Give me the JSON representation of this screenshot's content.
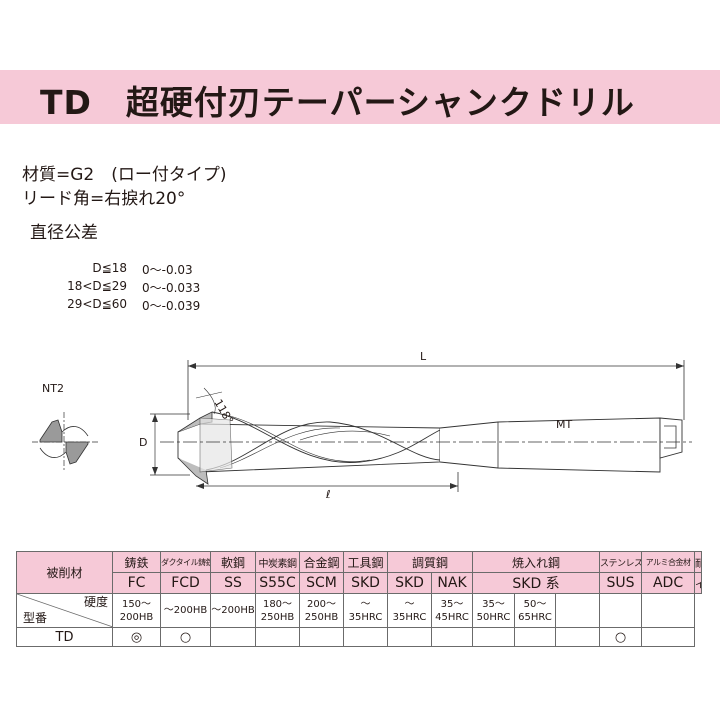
{
  "header": {
    "title": "TD　超硬付刃テーパーシャンクドリル"
  },
  "specs": {
    "material": "材質=G2　(ロー付タイプ)",
    "lead_angle": "リード角=右捩れ20°"
  },
  "tolerance": {
    "heading": "直径公差",
    "rows": [
      {
        "condition": "D≦18",
        "value": "0～-0.03"
      },
      {
        "condition": "18<D≦29",
        "value": "0～-0.033"
      },
      {
        "condition": "29<D≦60",
        "value": "0～-0.039"
      }
    ]
  },
  "drawing": {
    "end_view_label": "NT2",
    "length_label": "L",
    "flute_length_label": "ℓ",
    "diameter_label": "D",
    "shank_label": "MT",
    "angle_label": "118°"
  },
  "material_table": {
    "corner": {
      "top": "被削材",
      "hardness": "硬度",
      "type": "型番"
    },
    "groups": [
      "鋳鉄",
      "ダクタイル鋳鉄",
      "軟鋼",
      "中炭素鋼",
      "合金鋼",
      "工具鋼",
      "調質鋼",
      "焼入れ鋼",
      "ステンレス",
      "アルミ合金材",
      "耐熱合金"
    ],
    "codes": [
      "FC",
      "FCD",
      "SS",
      "S55C",
      "SCM",
      "SKD",
      "SKD",
      "NAK",
      "SKD 系",
      "SUS",
      "ADC",
      "インコネル"
    ],
    "hardness": [
      "150～200HB",
      "～200HB",
      "～200HB",
      "180～250HB",
      "200～250HB",
      "～35HRC",
      "～35HRC",
      "35～45HRC",
      "35～50HRC",
      "50～65HRC",
      "",
      "",
      ""
    ],
    "rows": [
      {
        "model": "TD",
        "marks": [
          "◎",
          "○",
          "",
          "",
          "",
          "",
          "",
          "",
          "",
          "",
          "",
          "○",
          ""
        ]
      }
    ]
  }
}
